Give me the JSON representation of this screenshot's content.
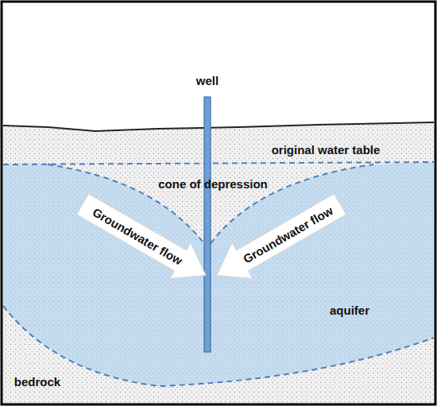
{
  "diagram": {
    "nodes": [
      {
        "text": [
          "Groundwater flow"
        ]
      },
      {
        "text": [
          "Groundwater flow"
        ]
      }
    ],
    "labels": [
      "well",
      "original water table",
      "cone of depression",
      "aquifer",
      "bedrock"
    ]
  }
}
